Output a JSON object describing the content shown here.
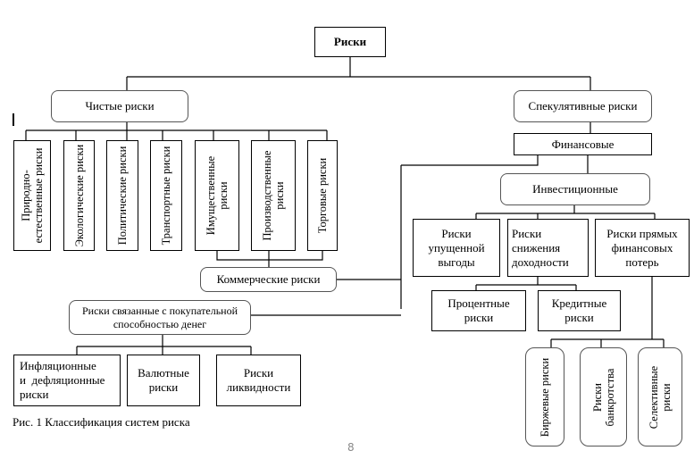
{
  "root": {
    "label": "Риски"
  },
  "pure": {
    "label": "Чистые риски",
    "children": [
      "Природно-\nестественные риски",
      "Экологические риски",
      "Политические риски",
      "Транспортные риски",
      "Имущественные\nриски",
      "Производственные\nриски",
      "Торговые риски"
    ],
    "commercial": "Коммерческие риски"
  },
  "speculative": {
    "label": "Спекулятивные риски",
    "financial": "Финансовые",
    "investment": "Инвестиционные",
    "investment_children": [
      "Риски\nупущенной\nвыгоды",
      "Риски\nснижения\nдоходности",
      "Риски прямых\nфинансовых\nпотерь"
    ],
    "income_children": [
      "Процентные\nриски",
      "Кредитные\nриски"
    ],
    "loss_children": [
      "Биржевые риски",
      "Риски\nбанкротства",
      "Селективные\nриски"
    ]
  },
  "purchasing": {
    "label": "Риски связанные с покупательной\nспособностью денег",
    "children": [
      "Инфляционные\nи  дефляционные\nриски",
      "Валютные\nриски",
      "Риски\nликвидности"
    ]
  },
  "caption": "Рис. 1 Классификация систем риска",
  "page_number": "8"
}
